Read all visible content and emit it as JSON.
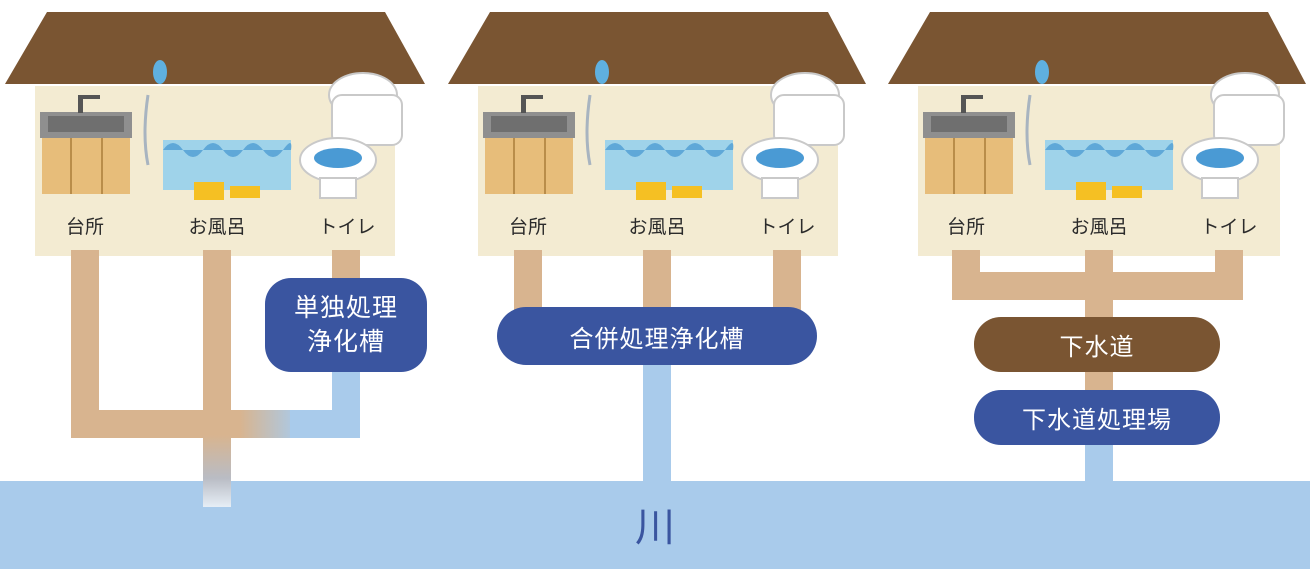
{
  "houses": [
    {
      "rooms": {
        "kitchen": "台所",
        "bath": "お風呂",
        "toilet": "トイレ"
      },
      "tank_label": "単独処理\n浄化槽"
    },
    {
      "rooms": {
        "kitchen": "台所",
        "bath": "お風呂",
        "toilet": "トイレ"
      },
      "tank_label": "合併処理浄化槽"
    },
    {
      "rooms": {
        "kitchen": "台所",
        "bath": "お風呂",
        "toilet": "トイレ"
      },
      "sewer_label": "下水道",
      "plant_label": "下水道処理場"
    }
  ],
  "river": {
    "label": "川"
  },
  "colors": {
    "roof": "#7a5532",
    "wall": "#f3ebd2",
    "dirty_pipe": "#d8b48f",
    "clean_pipe": "#a9cbeb",
    "river": "#a9cbeb",
    "badge_blue": "#3a55a0",
    "badge_brown": "#7a5532"
  }
}
